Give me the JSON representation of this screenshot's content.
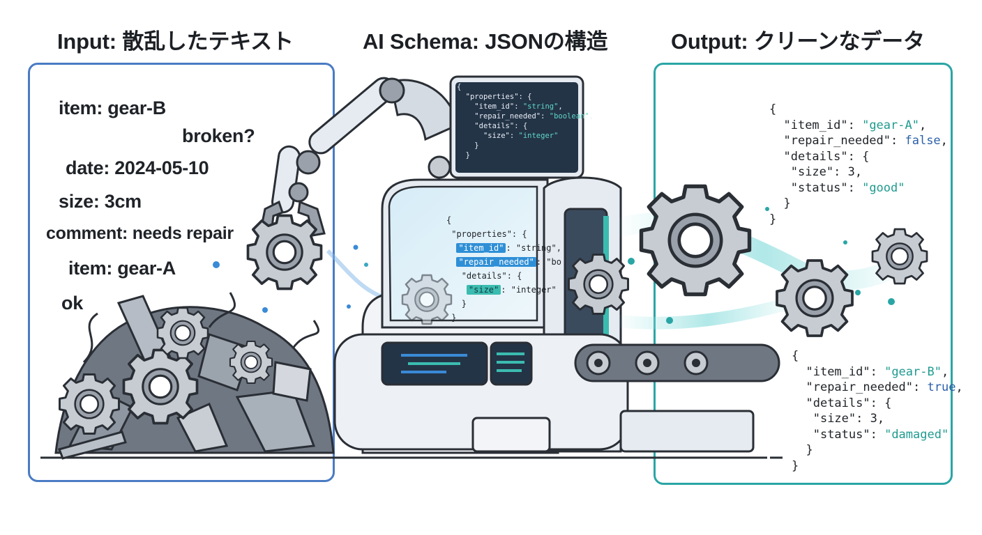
{
  "titles": {
    "input": "Input: 散乱したテキスト",
    "schema": "AI Schema: JSONの構造",
    "output": "Output: クリーンなデータ"
  },
  "input_text": [
    "item: gear-B",
    "broken?",
    "date: 2024-05-10",
    "size: 3cm",
    "comment: needs repair",
    "item: gear-A",
    "ok"
  ],
  "schema_screen": {
    "open": "{",
    "properties": "\"properties\": {",
    "item_id_key": "\"item_id\": ",
    "item_id_type": "\"string\"",
    "repair_key": "\"repair_needed\": ",
    "repair_type": "\"boolean\"",
    "details": "\"details\": {",
    "size_key": "\"size\": ",
    "size_type": "\"integer\"",
    "close": "}"
  },
  "schema_glass": {
    "open": "{",
    "properties": "\"properties\": {",
    "item_id_key": "\"item_id\"",
    "item_id_type": ": \"string\",",
    "repair_key": "\"repair_needed\"",
    "repair_type": ": \"bo",
    "details": "\"details\": {",
    "size_key": "\"size\"",
    "size_type": ": \"integer\"",
    "close": "}"
  },
  "output_a": {
    "open": "{",
    "item_id_key": "\"item_id\": ",
    "item_id_val": "\"gear-A\"",
    "repair_key": "\"repair_needed\": ",
    "repair_val": "false",
    "details": "\"details\": {",
    "size_key": "\"size\": ",
    "size_val": "3,",
    "status_key": "\"status\": ",
    "status_val": "\"good\"",
    "close": "}"
  },
  "output_b": {
    "open": "{",
    "item_id_key": "\"item_id\": ",
    "item_id_val": "\"gear-B\"",
    "repair_key": "\"repair_needed\": ",
    "repair_val": "true",
    "details": "\"details\": {",
    "size_key": "\"size\": ",
    "size_val": "3,",
    "status_key": "\"status\": ",
    "status_val": "\"damaged\"",
    "close": "}"
  },
  "colors": {
    "input_frame": "#4a7bc4",
    "output_frame": "#2aa5a5",
    "json_string": "#1f9b8f",
    "json_boolean": "#2b5fa8",
    "machine_body": "#e6ebf2",
    "screen": "#243447"
  },
  "icons": [
    "gear-icon",
    "robot-arm-icon",
    "conveyor-belt-icon",
    "scrap-pile-icon"
  ]
}
